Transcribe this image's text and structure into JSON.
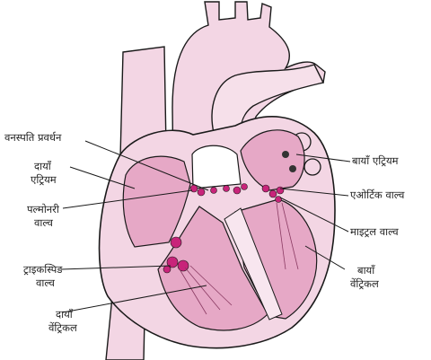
{
  "colors": {
    "tissue": "#f3d6e4",
    "chamber": "#e6a8c6",
    "valve": "#c8247a",
    "outline": "#1a1a1a",
    "background": "#ffffff"
  },
  "labels": {
    "sinoatrial_node": "वनस्पति प्रवर्धन",
    "right_atrium_line1": "दायाँ",
    "right_atrium_line2": "एट्रियम",
    "pulmonary_valve_line1": "पल्मोनरी",
    "pulmonary_valve_line2": "वाल्व",
    "tricuspid_valve_line1": "ट्राइकस्पिड",
    "tricuspid_valve_line2": "वाल्व",
    "right_ventricle_line1": "दायाँ",
    "right_ventricle_line2": "वेंट्रिकल",
    "left_atrium": "बायाँ एट्रियम",
    "aortic_valve": "एओर्टिक वाल्व",
    "mitral_valve": "माइट्रल वाल्व",
    "left_ventricle_line1": "बायाँ",
    "left_ventricle_line2": "वेंट्रिकल"
  }
}
